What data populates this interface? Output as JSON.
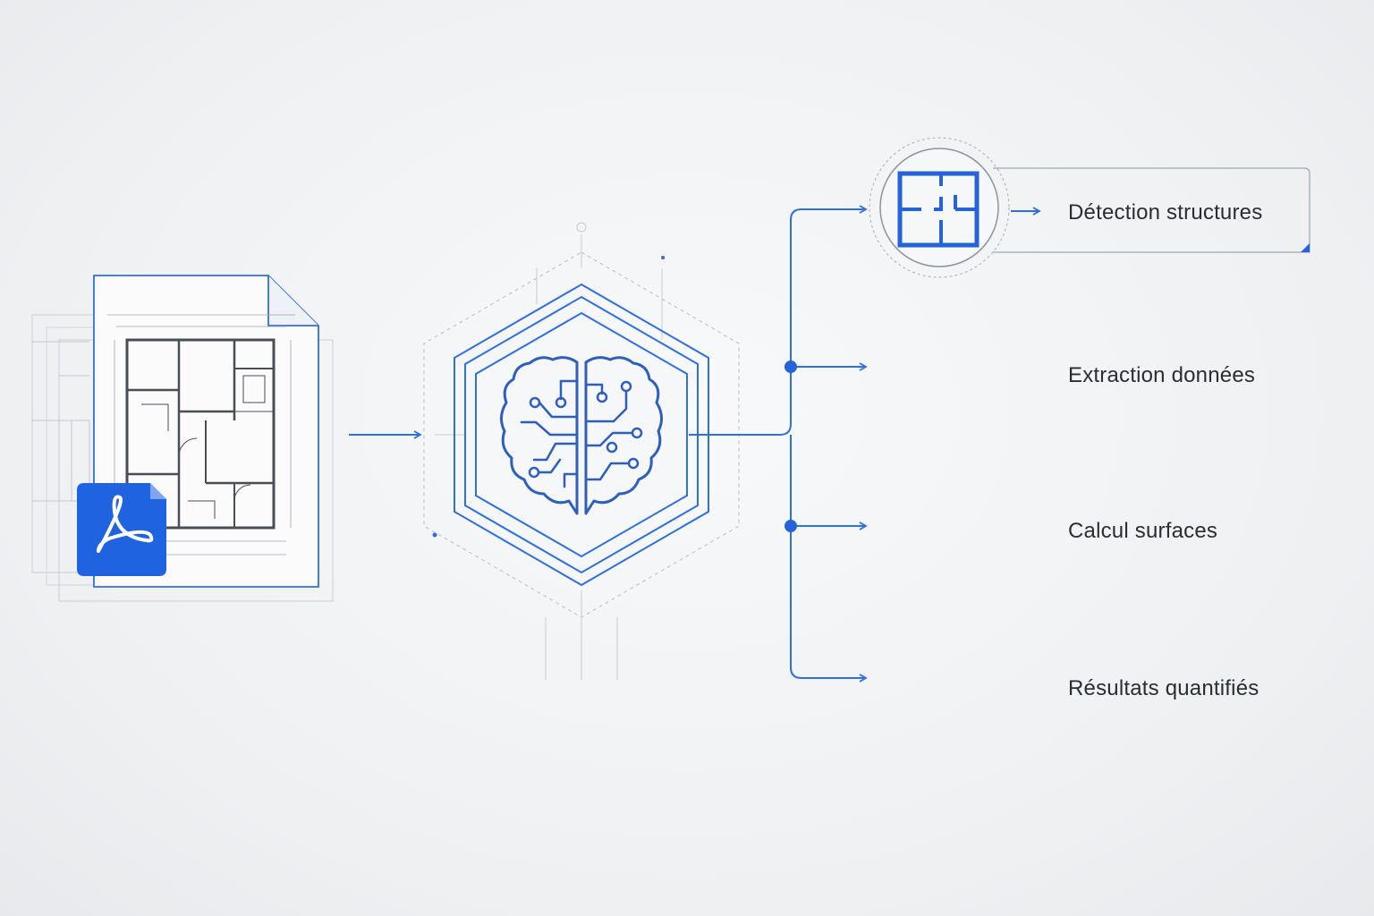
{
  "diagram": {
    "accent_color": "#2563d8",
    "line_color": "#2f6fe0",
    "ink_color": "#2a2d33",
    "input": {
      "document_icon": "floor-plan-document-icon",
      "badge_icon": "pdf-acrobat-icon"
    },
    "processor": {
      "icon": "ai-brain-circuit-icon"
    },
    "outputs": [
      {
        "label": "Détection structures",
        "icon": "floor-plan-walls-icon"
      },
      {
        "label": "Extraction données",
        "icon": "floor-plan-dimensions-icon"
      },
      {
        "label": "Calcul surfaces",
        "icon": "floor-plan-hatched-area-icon"
      },
      {
        "label": "Résultats quantifiés",
        "icon": "results-table-icon"
      }
    ]
  }
}
